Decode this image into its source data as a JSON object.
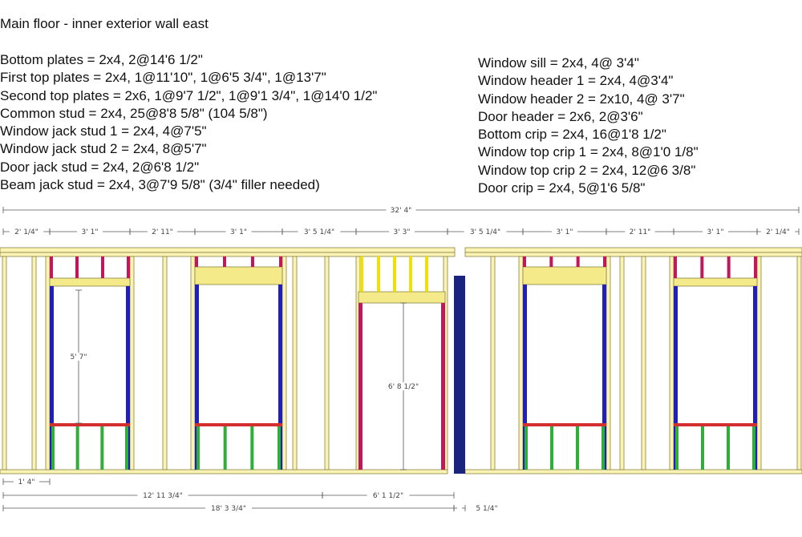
{
  "title": "Main floor - inner exterior wall east",
  "materials_left": [
    "Bottom plates = 2x4, 2@14'6 1/2\"",
    "First top plates = 2x4, 1@11'10\", 1@6'5 3/4\", 1@13'7\"",
    "Second top plates = 2x6, 1@9'7 1/2\", 1@9'1 3/4\", 1@14'0 1/2\"",
    "Common stud = 2x4, 25@8'8 5/8\" (104 5/8\")",
    "Window jack stud 1 = 2x4, 4@7'5\"",
    "Window jack stud 2 = 2x4, 8@5'7\"",
    "Door jack stud = 2x4, 2@6'8 1/2\"",
    "Beam jack stud = 2x4, 3@7'9 5/8\" (3/4\" filler needed)"
  ],
  "materials_right": [
    "Window sill = 2x4, 4@ 3'4\"",
    "Window header 1 = 2x4, 4@3'4\"",
    "Window header 2 = 2x10, 4@ 3'7\"",
    "Door header = 2x6, 2@3'6\"",
    "Bottom crip = 2x4, 16@1'8 1/2\"",
    "Window top crip 1 = 2x4, 8@1'0 1/8\"",
    "Window top crip 2 = 2x4, 12@6 3/8\"",
    "Door crip = 2x4, 5@1'6 5/8\""
  ],
  "dimensions": {
    "overall": "32' 4\"",
    "top_segments": [
      "2' 1/4\"",
      "3' 1\"",
      "2' 11\"",
      "3' 1\"",
      "3' 5 1/4\"",
      "3' 3\"",
      "3' 5 1/4\"",
      "3' 1\"",
      "2' 11\"",
      "3' 1\"",
      "2' 1/4\""
    ],
    "window_height": "5' 7\"",
    "door_height": "6' 8 1/2\"",
    "sill_offset": "1' 4\"",
    "to_door": "12' 11 3/4\"",
    "door_width": "6' 1 1/2\"",
    "to_beam": "18' 3 3/4\"",
    "beam_width": "5 1/4\""
  },
  "colors": {
    "lumber": "#fbf3b4",
    "lumber_stroke": "#8a8440",
    "header": "#f5ea8a",
    "window_jack_1": "#1f1fbf",
    "window_jack_2": "#d81b60",
    "bottom_crip": "#2fae3a",
    "top_crip": "#c2185b",
    "sill": "#d32f2f",
    "door_jack": "#c2185b",
    "beam": "#1a237e",
    "dim_line": "#555555"
  }
}
